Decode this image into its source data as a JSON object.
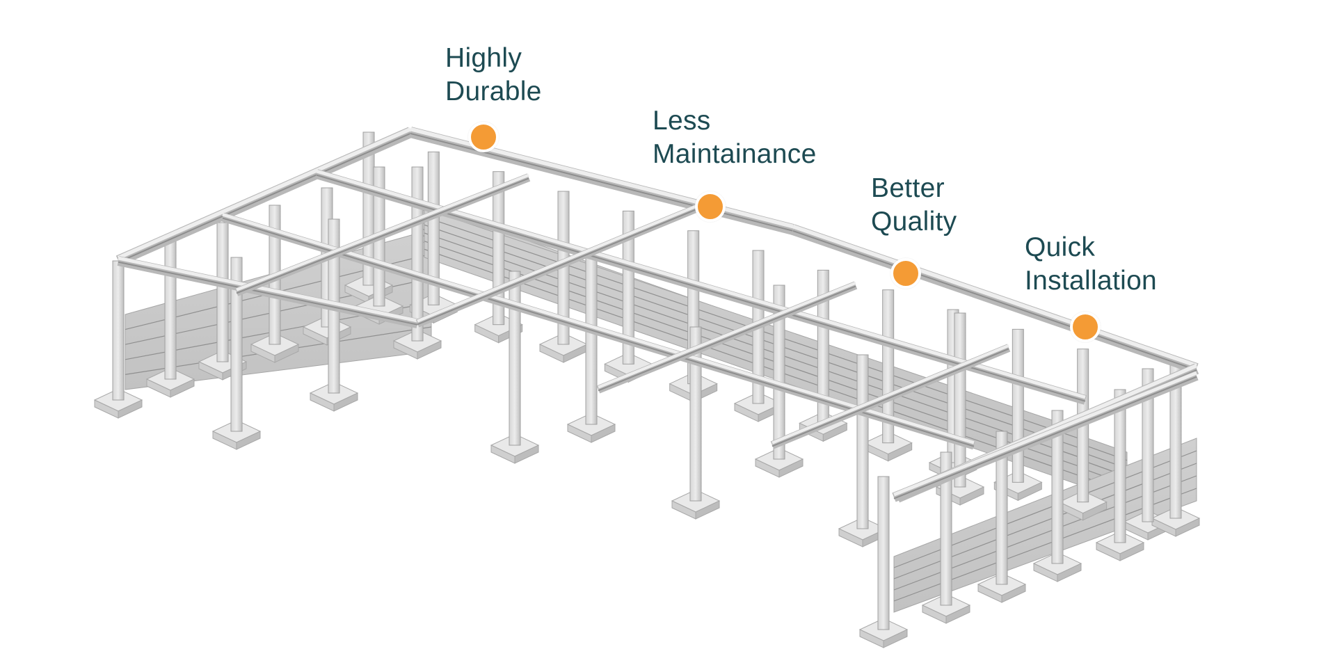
{
  "illustration": {
    "subject": "Isometric steel frame structure",
    "colors": {
      "label_text": "#1d4a52",
      "marker": "#f49b35",
      "marker_ring": "#ffffff",
      "steel_light": "#e4e4e4",
      "steel_mid": "#c9c9c9",
      "steel_dark": "#9a9a9a",
      "background": "#ffffff"
    }
  },
  "callouts": [
    {
      "id": "highly-durable",
      "line1": "Highly",
      "line2": "Durable"
    },
    {
      "id": "less-maintainance",
      "line1": "Less",
      "line2": "Maintainance"
    },
    {
      "id": "better-quality",
      "line1": "Better",
      "line2": "Quality"
    },
    {
      "id": "quick-installation",
      "line1": "Quick",
      "line2": "Installation"
    }
  ]
}
